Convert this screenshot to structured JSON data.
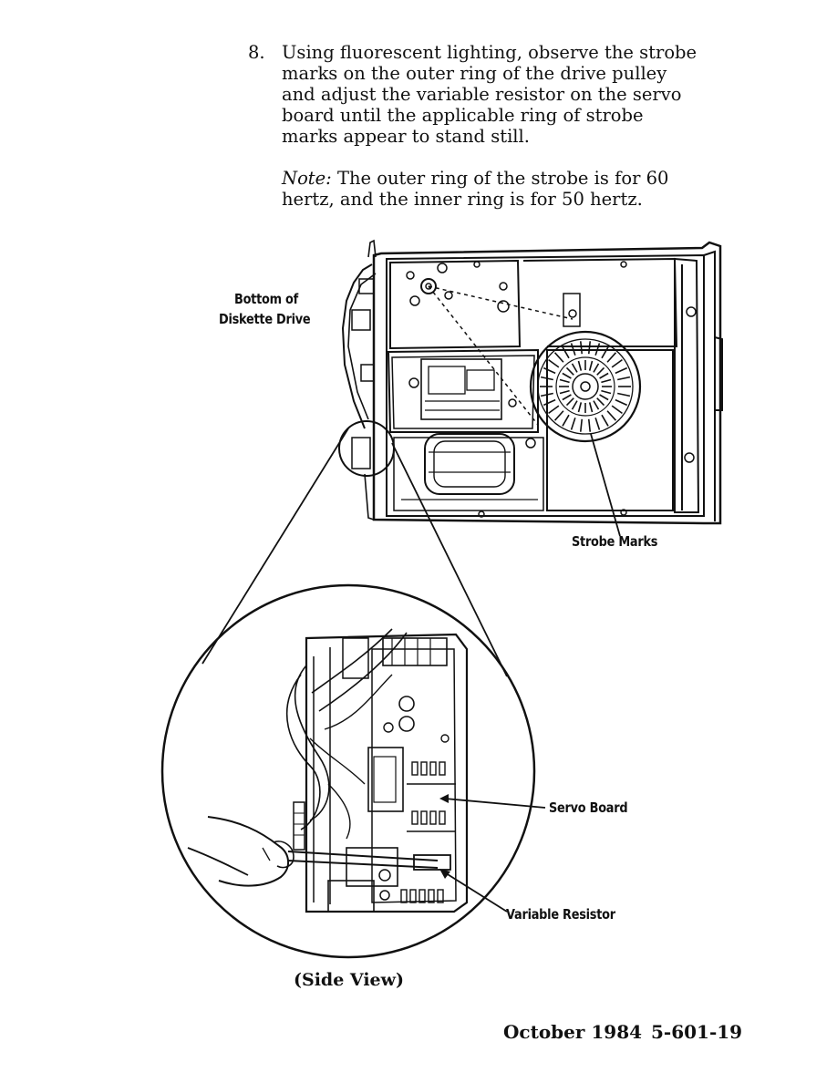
{
  "step": {
    "number": "8.",
    "text_lines": [
      "Using fluorescent lighting, observe the strobe",
      "marks on the outer ring of the drive pulley",
      "and adjust the variable resistor on the servo",
      "board until the applicable ring of strobe",
      "marks appear to stand still."
    ]
  },
  "note": {
    "label": "Note:",
    "text_line1": "The outer ring of the strobe is for 60",
    "text_line2": "hertz, and the inner ring is for 50 hertz."
  },
  "figure": {
    "callouts": {
      "bottom_line1": "Bottom of",
      "bottom_line2": "Diskette Drive",
      "strobe_marks": "Strobe Marks",
      "servo_board": "Servo Board",
      "variable_resistor": "Variable Resistor"
    },
    "caption": "(Side View)"
  },
  "footer": {
    "date": "October 1984",
    "page": "5-601-19"
  }
}
